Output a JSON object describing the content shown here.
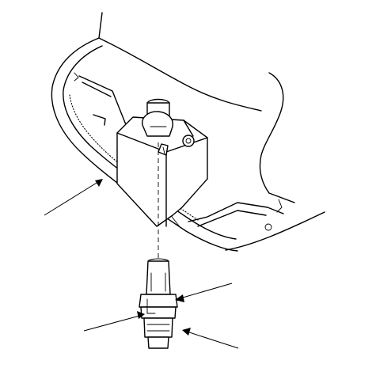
{
  "diagram": {
    "background": "#ffffff",
    "line_color": "#000000",
    "components": [
      {
        "name": "overhead-console-housing"
      },
      {
        "name": "bulb-socket-mount"
      },
      {
        "name": "bulb-socket"
      },
      {
        "name": "locating-tab"
      }
    ],
    "callout_count": 4,
    "printed_text": []
  }
}
